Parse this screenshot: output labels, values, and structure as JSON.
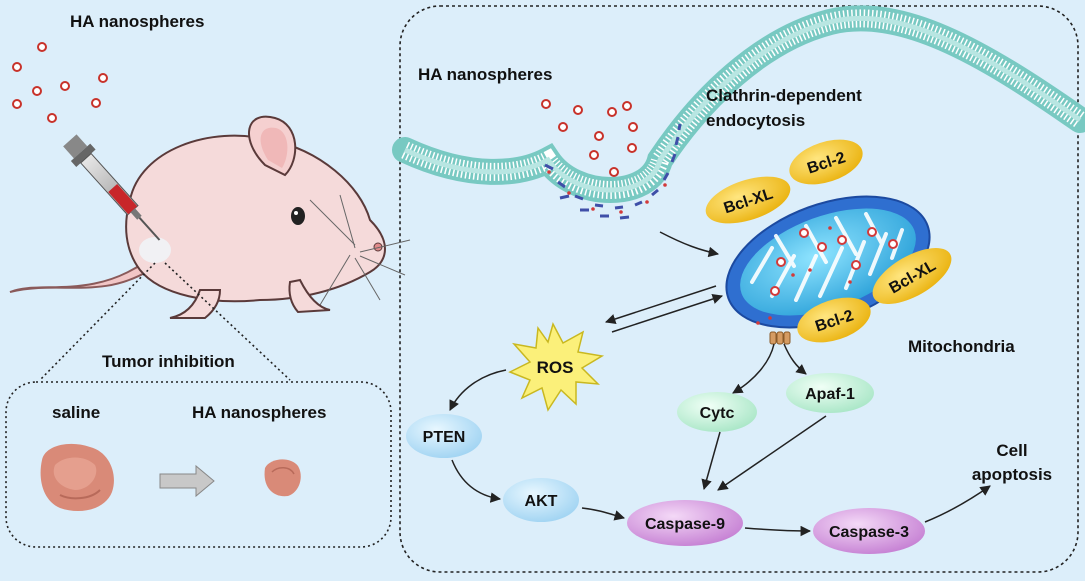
{
  "left": {
    "title": "HA nanospheres",
    "tumor_inhibition": "Tumor inhibition",
    "saline": "saline",
    "treated": "HA nanospheres"
  },
  "right": {
    "title": "HA nanospheres",
    "endocytosis_line1": "Clathrin-dependent",
    "endocytosis_line2": "endocytosis",
    "mitochondria": "Mitochondria",
    "bcl2_top": "Bcl-2",
    "bclxl_left": "Bcl-XL",
    "bclxl_right": "Bcl-XL",
    "bcl2_bottom": "Bcl-2",
    "ros": "ROS",
    "pten": "PTEN",
    "akt": "AKT",
    "cytc": "Cytc",
    "apaf1": "Apaf-1",
    "casp9": "Caspase-9",
    "casp3": "Caspase-3",
    "cell_line1": "Cell",
    "cell_line2": "apoptosis"
  },
  "colors": {
    "background": "#dceefa",
    "bcl_fill": "#f5c623",
    "ros_fill": "#fbf07a",
    "blue_node": "#b5dff5",
    "green_node": "#c3f0d8",
    "pink_node": "#d89be0",
    "mito_outer": "#2f6fd0",
    "mito_inner": "#6ad0f0"
  }
}
